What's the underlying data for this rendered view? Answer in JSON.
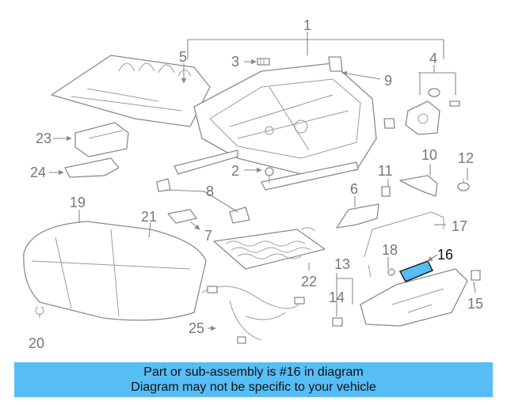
{
  "callouts": [
    "1",
    "2",
    "3",
    "4",
    "5",
    "6",
    "7",
    "8",
    "9",
    "10",
    "11",
    "12",
    "13",
    "14",
    "15",
    "16",
    "17",
    "18",
    "19",
    "20",
    "21",
    "22",
    "23",
    "24",
    "25"
  ],
  "highlight_part": "16",
  "caption": {
    "line1": "Part or sub-assembly is #16 in diagram",
    "line2": "Diagram may not be specific to your vehicle"
  },
  "colors": {
    "caption_background": "#56bdf5",
    "highlight_fill": "#56bdf5",
    "line_art": "#8a8a8a",
    "callout_text": "#777777"
  }
}
